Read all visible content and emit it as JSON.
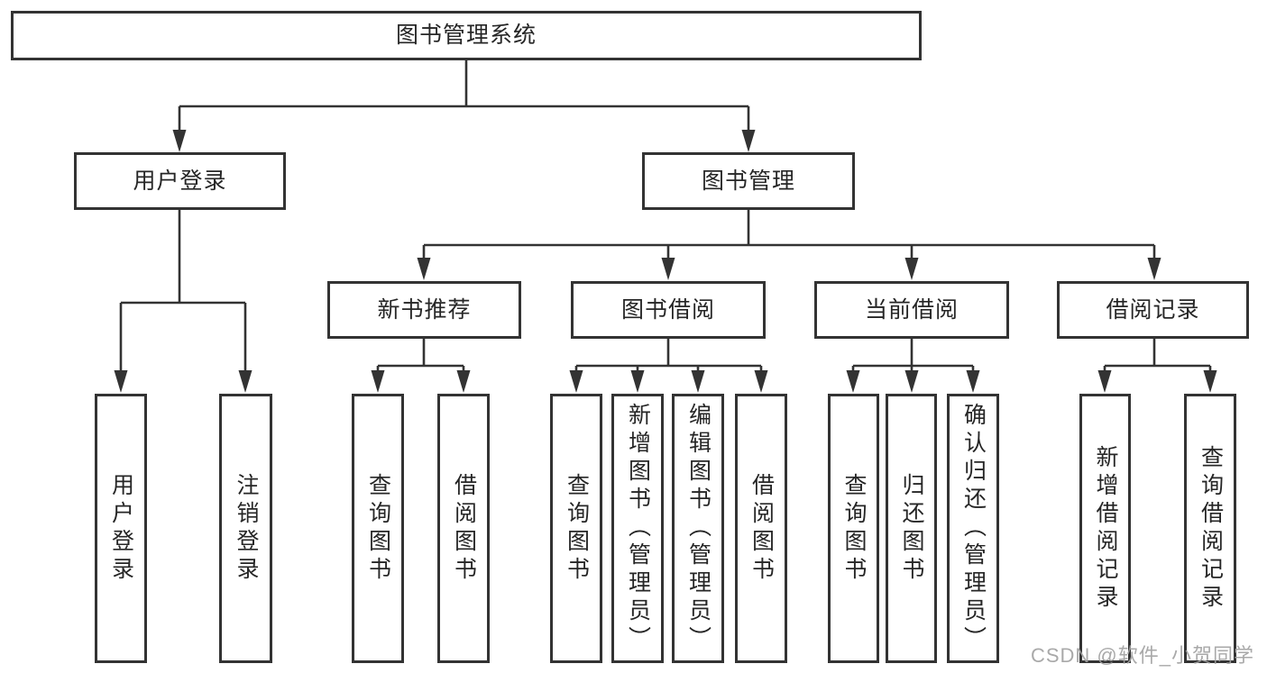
{
  "nodes": {
    "root": {
      "label": "图书管理系统",
      "children": [
        {
          "label": "用户登录",
          "children": [
            {
              "label": "用户登录"
            },
            {
              "label": "注销登录"
            }
          ]
        },
        {
          "label": "图书管理",
          "children": [
            {
              "label": "新书推荐",
              "children": [
                {
                  "label": "查询图书"
                },
                {
                  "label": "借阅图书"
                }
              ]
            },
            {
              "label": "图书借阅",
              "children": [
                {
                  "label": "查询图书"
                },
                {
                  "label": "新增图书（管理员）"
                },
                {
                  "label": "编辑图书（管理员）"
                },
                {
                  "label": "借阅图书"
                }
              ]
            },
            {
              "label": "当前借阅",
              "children": [
                {
                  "label": "查询图书"
                },
                {
                  "label": "归还图书"
                },
                {
                  "label": "确认归还（管理员）"
                }
              ]
            },
            {
              "label": "借阅记录",
              "children": [
                {
                  "label": "新增借阅记录"
                },
                {
                  "label": "查询借阅记录"
                }
              ]
            }
          ]
        }
      ]
    }
  },
  "watermark": {
    "text": "CSDN @软件_小贺同学"
  },
  "colors": {
    "line": "#333333",
    "box_border": "#333333",
    "text": "#262626",
    "watermark": "#a0a0a0",
    "background": "#ffffff"
  }
}
